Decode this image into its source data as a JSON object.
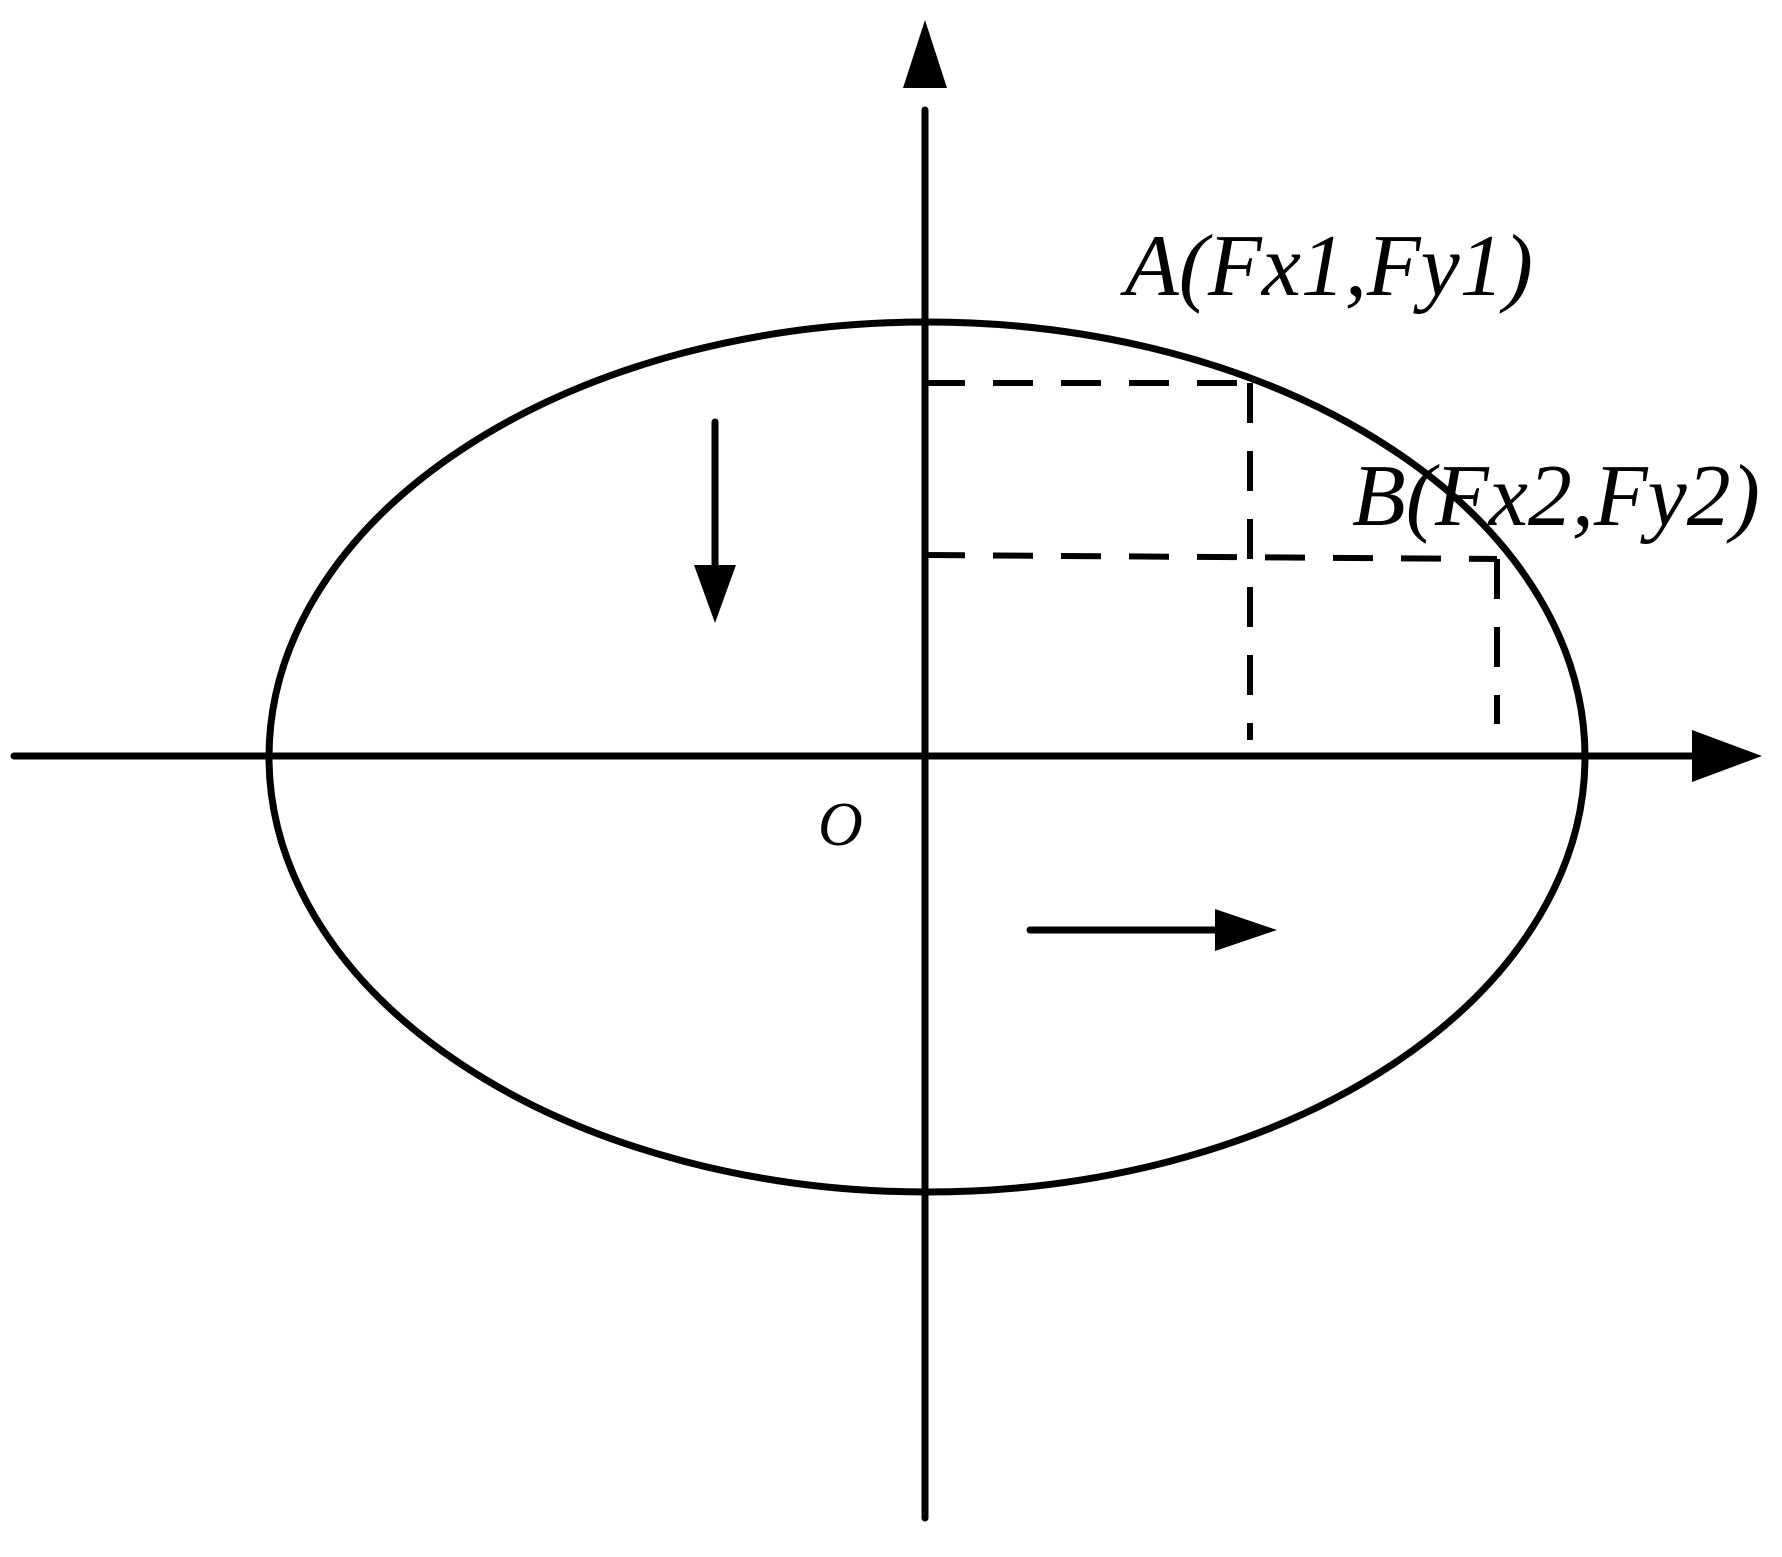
{
  "labels": {
    "point_a": "A(Fx1,Fy1)",
    "point_b": "B(Fx2,Fy2)",
    "origin": "O"
  },
  "colors": {
    "ink": "#000000",
    "background": "#ffffff"
  }
}
